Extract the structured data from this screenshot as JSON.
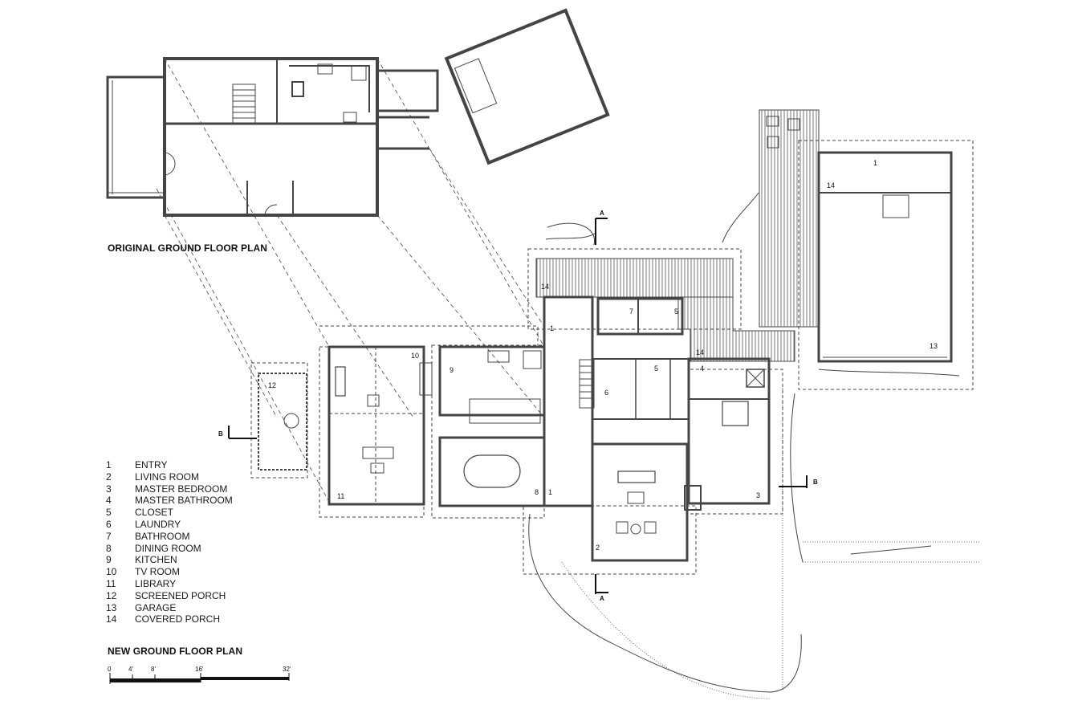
{
  "titles": {
    "original": "ORIGINAL GROUND FLOOR PLAN",
    "new": "NEW GROUND FLOOR PLAN"
  },
  "legend": [
    {
      "num": "1",
      "label": "ENTRY"
    },
    {
      "num": "2",
      "label": "LIVING ROOM"
    },
    {
      "num": "3",
      "label": "MASTER BEDROOM"
    },
    {
      "num": "4",
      "label": "MASTER BATHROOM"
    },
    {
      "num": "5",
      "label": "CLOSET"
    },
    {
      "num": "6",
      "label": "LAUNDRY"
    },
    {
      "num": "7",
      "label": "BATHROOM"
    },
    {
      "num": "8",
      "label": "DINING ROOM"
    },
    {
      "num": "9",
      "label": "KITCHEN"
    },
    {
      "num": "10",
      "label": "TV ROOM"
    },
    {
      "num": "11",
      "label": "LIBRARY"
    },
    {
      "num": "12",
      "label": "SCREENED PORCH"
    },
    {
      "num": "13",
      "label": "GARAGE"
    },
    {
      "num": "14",
      "label": "COVERED PORCH"
    }
  ],
  "scale": {
    "ticks": [
      "0",
      "4'",
      "8'",
      "16'",
      "32'"
    ]
  },
  "section_markers": {
    "a": "A",
    "b": "B"
  },
  "room_labels": {
    "entry": "1",
    "living": "2",
    "master_bed": "3",
    "master_bath": "4",
    "closet": "5",
    "laundry": "6",
    "bath": "7",
    "dining": "8",
    "kitchen": "9",
    "tv": "10",
    "library": "11",
    "porch": "12",
    "garage": "13",
    "covered": "14"
  }
}
